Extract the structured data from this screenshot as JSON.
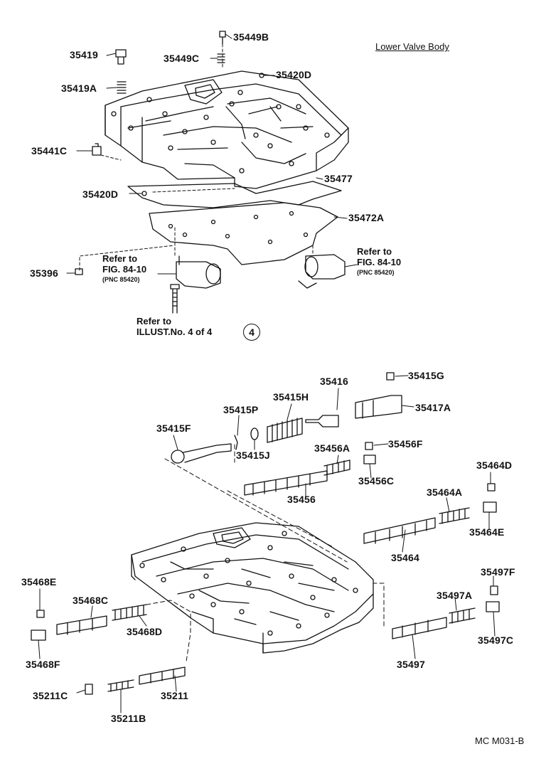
{
  "title": "Lower Valve Body",
  "diagram_code": "MC  M031-B",
  "illust_circle": "4",
  "notes": {
    "refer_left": {
      "line1": "Refer to",
      "line2": "FIG. 84-10",
      "line3": "(PNC 85420)"
    },
    "refer_right": {
      "line1": "Refer to",
      "line2": "FIG. 84-10",
      "line3": "(PNC 85420)"
    },
    "refer_illust": {
      "line1": "Refer to",
      "line2": "ILLUST.No. 4 of 4"
    }
  },
  "parts": {
    "p35449B": "35449B",
    "p35419": "35419",
    "p35449C": "35449C",
    "p35420D_top": "35420D",
    "p35419A": "35419A",
    "p35441C": "35441C",
    "p35477": "35477",
    "p35420D_mid": "35420D",
    "p35472A": "35472A",
    "p35396": "35396",
    "p35415G": "35415G",
    "p35416": "35416",
    "p35415H": "35415H",
    "p35417A": "35417A",
    "p35415P": "35415P",
    "p35415F": "35415F",
    "p35415J": "35415J",
    "p35456A": "35456A",
    "p35456F": "35456F",
    "p35456C": "35456C",
    "p35456": "35456",
    "p35464D": "35464D",
    "p35464A": "35464A",
    "p35464E": "35464E",
    "p35464": "35464",
    "p35468E": "35468E",
    "p35468C": "35468C",
    "p35468D": "35468D",
    "p35468F": "35468F",
    "p35497F": "35497F",
    "p35497A": "35497A",
    "p35497C": "35497C",
    "p35497": "35497",
    "p35211C": "35211C",
    "p35211": "35211",
    "p35211B": "35211B"
  }
}
